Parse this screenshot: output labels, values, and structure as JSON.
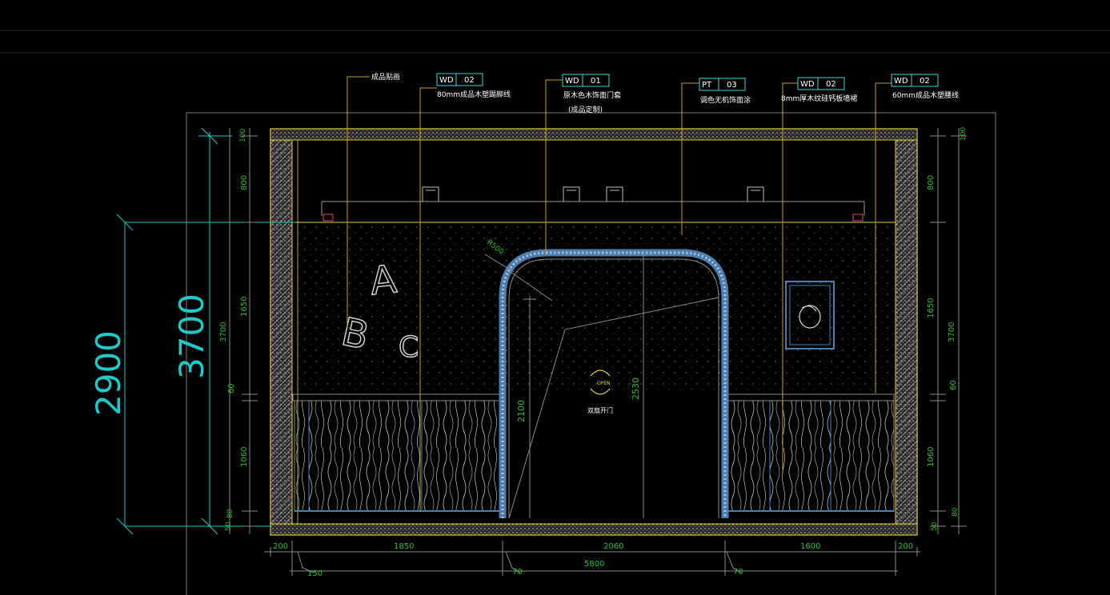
{
  "drawing": {
    "title": "CAD elevation drawing",
    "colors": {
      "background": "#000000",
      "frame": "#e6d23a",
      "leader": "#c8a21e",
      "dimension_green": "#2fbf2f",
      "dimension_cyan": "#20c8c8",
      "tag_box": "#3fd6d6",
      "outline_gray": "#8a8a8a",
      "arch_blue": "#4a7fb0"
    },
    "callouts": [
      {
        "text": "成品贴画"
      },
      {
        "code": "WD",
        "num": "02",
        "text": "80mm成品木塑踢脚线"
      },
      {
        "code": "WD",
        "num": "01",
        "text": "原木色木饰面门套",
        "text2": "(成品定制)"
      },
      {
        "code": "PT",
        "num": "03",
        "text": "调色无机饰面涂"
      },
      {
        "code": "WD",
        "num": "02",
        "text": "8mm厚木纹硅钙板墙裙"
      },
      {
        "code": "WD",
        "num": "02",
        "text": "60mm成品木塑腰线"
      }
    ],
    "decor_letters": {
      "a": "A",
      "b": "B",
      "c": "C"
    },
    "door": {
      "open": "OPEN",
      "note": "双扇开门"
    },
    "radius_label": "R500",
    "dims_left_big": {
      "outer": "2900",
      "inner": "3700"
    },
    "dims_left_small": {
      "top": "100",
      "d1": "800",
      "d2": "1650",
      "total": "3700",
      "d3": "60",
      "d4": "1060",
      "bottom": "50",
      "bottom2": "80"
    },
    "dims_right": {
      "top": "100",
      "d1": "800",
      "d2": "1650",
      "total": "3700",
      "d3": "60",
      "d4": "1060",
      "bottom": "50",
      "bottom2": "80"
    },
    "door_heights": {
      "h1": "2100",
      "h2": "2530"
    },
    "dims_bottom": {
      "left": "200",
      "seg1": "1850",
      "seg2": "2060",
      "seg3": "1600",
      "right": "200",
      "sub_left": "150",
      "mid": "70",
      "total": "5800",
      "mid2": "70"
    }
  }
}
